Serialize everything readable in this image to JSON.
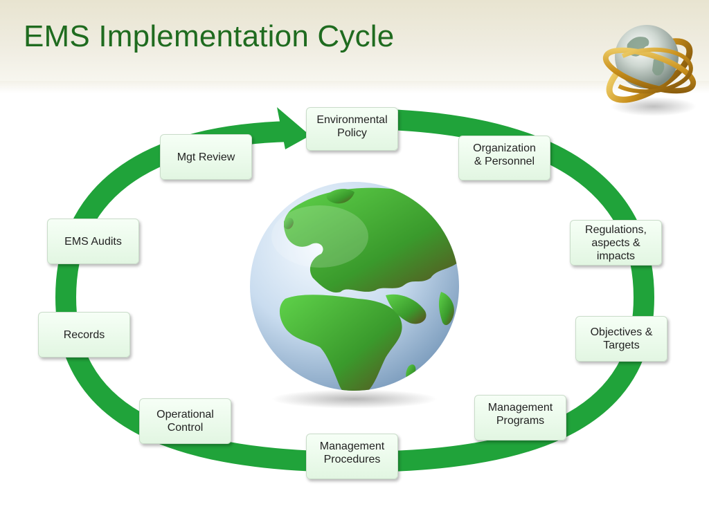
{
  "slide": {
    "title": "EMS Implementation Cycle"
  },
  "cycle": {
    "stages": [
      "Environmental\nPolicy",
      "Organization\n& Personnel",
      "Regulations,\naspects &\nimpacts",
      "Objectives &\nTargets",
      "Management\nPrograms",
      "Management\nProcedures",
      "Operational\nControl",
      "Records",
      "EMS Audits",
      "Mgt Review"
    ]
  },
  "colors": {
    "title": "#1f6b1f",
    "cycle_ring": "#20a33a",
    "node_fill": "#e8f8e8",
    "ocean": "#cfe0f2",
    "land": "#3aa83a"
  },
  "icons": {
    "header_ornament": "gold-ringed-globe-icon",
    "center_image": "earth-globe-icon",
    "cycle_direction": "arrow-head-icon"
  }
}
